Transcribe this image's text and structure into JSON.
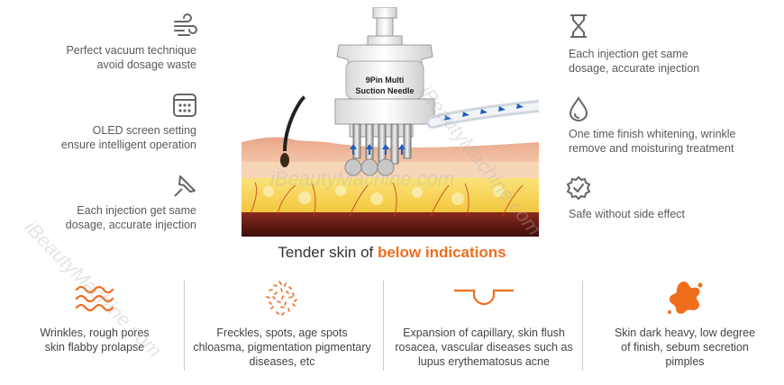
{
  "features_left": [
    {
      "line1": "Perfect vacuum technique",
      "line2": "avoid dosage waste",
      "icon": "wind-icon"
    },
    {
      "line1": "OLED screen setting",
      "line2": "ensure intelligent operation",
      "icon": "keypad-icon"
    },
    {
      "line1": "Each injection get same",
      "line2": "dosage, accurate injection",
      "icon": "pushpin-icon"
    }
  ],
  "features_right": [
    {
      "line1": "Each injection get same",
      "line2": "dosage, accurate injection",
      "icon": "hourglass-icon"
    },
    {
      "line1": "One time finish whitening, wrinkle",
      "line2": "remove and moisturing treatment",
      "icon": "water-drop-icon"
    },
    {
      "line1": "Safe without side effect",
      "line2": "",
      "icon": "safety-badge-icon"
    }
  ],
  "device": {
    "label_line1": "9Pin Multi",
    "label_line2": "Suction Needle"
  },
  "headline": {
    "prefix": "Tender skin of ",
    "highlight": "below indications"
  },
  "indications": [
    {
      "lines": [
        "Wrinkles, rough pores",
        "skin flabby prolapse"
      ],
      "icon": "wrinkle-waves-icon"
    },
    {
      "lines": [
        "Freckles, spots, age spots",
        "chloasma, pigmentation pigmentary",
        "diseases, etc"
      ],
      "icon": "freckles-icon"
    },
    {
      "lines": [
        "Expansion of capillary, skin flush",
        "rosacea, vascular diseases such as",
        "lupus erythematosus acne"
      ],
      "icon": "skin-dip-icon"
    },
    {
      "lines": [
        "Skin dark heavy, low degree",
        "of finish, sebum secretion",
        "pimples"
      ],
      "icon": "splash-icon"
    }
  ],
  "watermark": "iBeautyMachine.com",
  "colors": {
    "accent": "#f06d1e",
    "text": "#555555",
    "icon_gray": "#666666",
    "arrow_blue": "#1f5fbf"
  }
}
